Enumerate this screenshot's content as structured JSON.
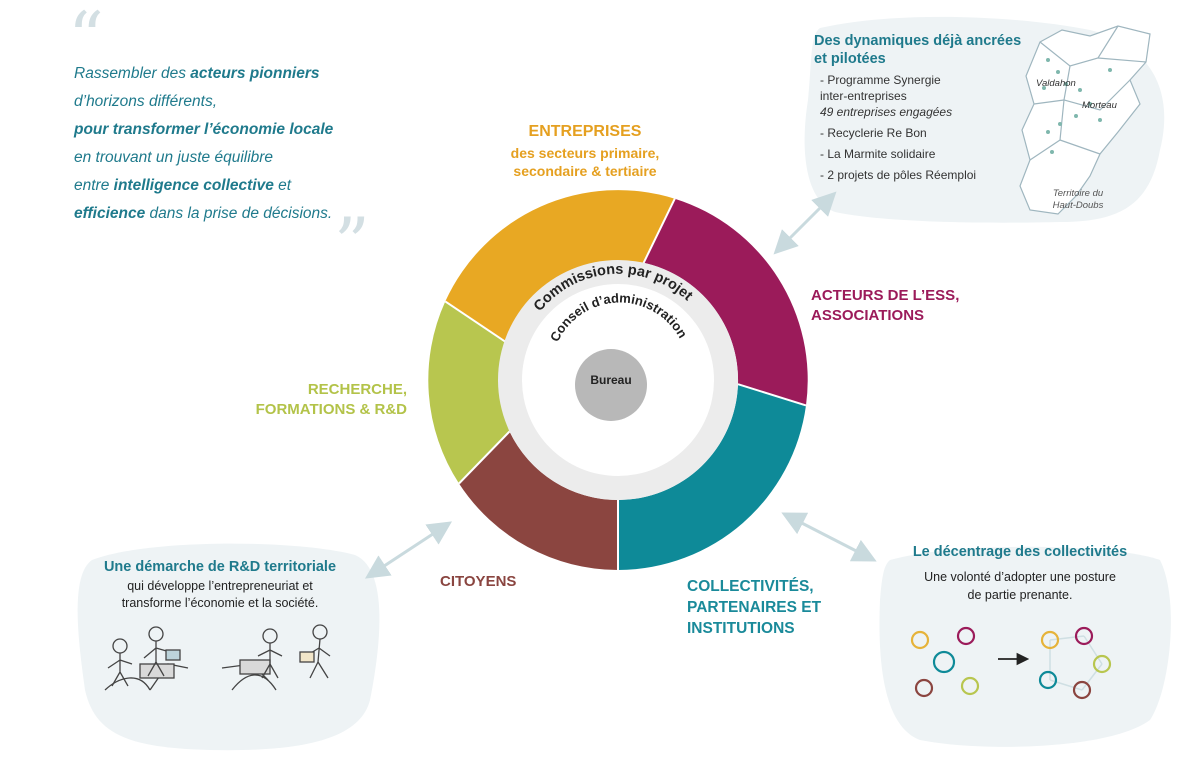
{
  "quote": {
    "line1_pre": "Rassembler des ",
    "line1_bold": "acteurs pionniers",
    "line2": "d’horizons différents,",
    "line3_bold": "pour transformer l’économie locale",
    "line4": "en trouvant un juste équilibre",
    "line5_pre": "entre ",
    "line5_bold": "intelligence collective",
    "line5_post": " et",
    "line6_bold": "efficience",
    "line6_post": " dans la prise de décisions."
  },
  "center": {
    "outer_ring_label": "Commissions par projet",
    "inner_ring_label": "Conseil d’administration",
    "core_label": "Bureau"
  },
  "sectors": {
    "entreprises_title": "ENTREPRISES",
    "entreprises_sub1": "des secteurs primaire,",
    "entreprises_sub2": "secondaire & tertiaire",
    "ess_line1": "ACTEURS DE L’ESS,",
    "ess_line2": "ASSOCIATIONS",
    "recherche_line1": "RECHERCHE,",
    "recherche_line2": "FORMATIONS & R&D",
    "citoyens": "CITOYENS",
    "coll_line1": "COLLECTIVITÉS,",
    "coll_line2": "PARTENAIRES ET",
    "coll_line3": "INSTITUTIONS"
  },
  "colors": {
    "entreprises": "#e8a823",
    "ess": "#9b1b5a",
    "collectivites": "#0e8a98",
    "citoyens": "#8b4540",
    "recherche": "#b8c64f",
    "teal_text": "#1f7a8c"
  },
  "dynamiques": {
    "title1": "Des dynamiques déjà ancrées",
    "title2": "et pilotées",
    "item1a": "- Programme Synergie",
    "item1b": "inter-entreprises",
    "item1c": "49 entreprises engagées",
    "item2": "- Recyclerie Re Bon",
    "item3": "- La Marmite solidaire",
    "item4": "- 2 projets de pôles Réemploi",
    "map_label1": "Valdahon",
    "map_label2": "Morteau",
    "territory1": "Territoire du",
    "territory2": "Haut-Doubs"
  },
  "rd": {
    "title": "Une démarche de R&D territoriale",
    "desc1": "qui développe l’entrepreneuriat et",
    "desc2": "transforme l’économie et la société."
  },
  "decentrage": {
    "title": "Le décentrage des collectivités",
    "desc1": "Une volonté d’adopter une posture",
    "desc2": "de partie prenante."
  }
}
